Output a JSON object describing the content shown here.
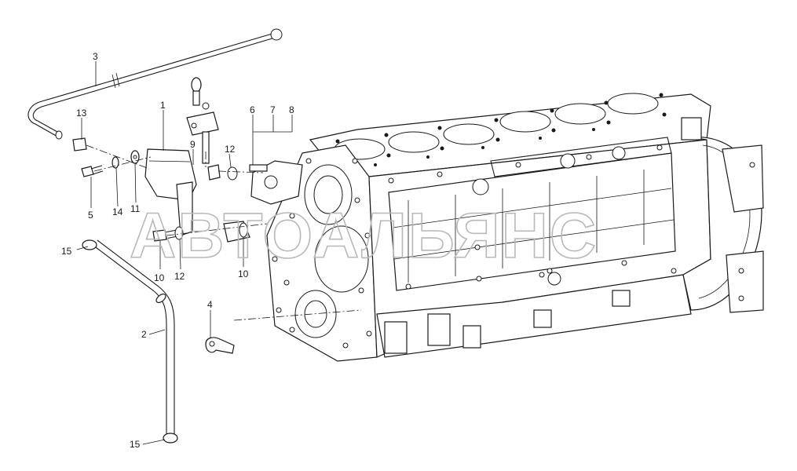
{
  "watermark": "АВТОАЛЬЯНС",
  "labels": {
    "l1": "1",
    "l2": "2",
    "l3": "3",
    "l4": "4",
    "l5": "5",
    "l6": "6",
    "l7": "7",
    "l8": "8",
    "l9": "9",
    "l10a": "10",
    "l10b": "10",
    "l11": "11",
    "l12a": "12",
    "l12b": "12",
    "l13": "13",
    "l14": "14",
    "l15a": "15",
    "l15b": "15"
  }
}
